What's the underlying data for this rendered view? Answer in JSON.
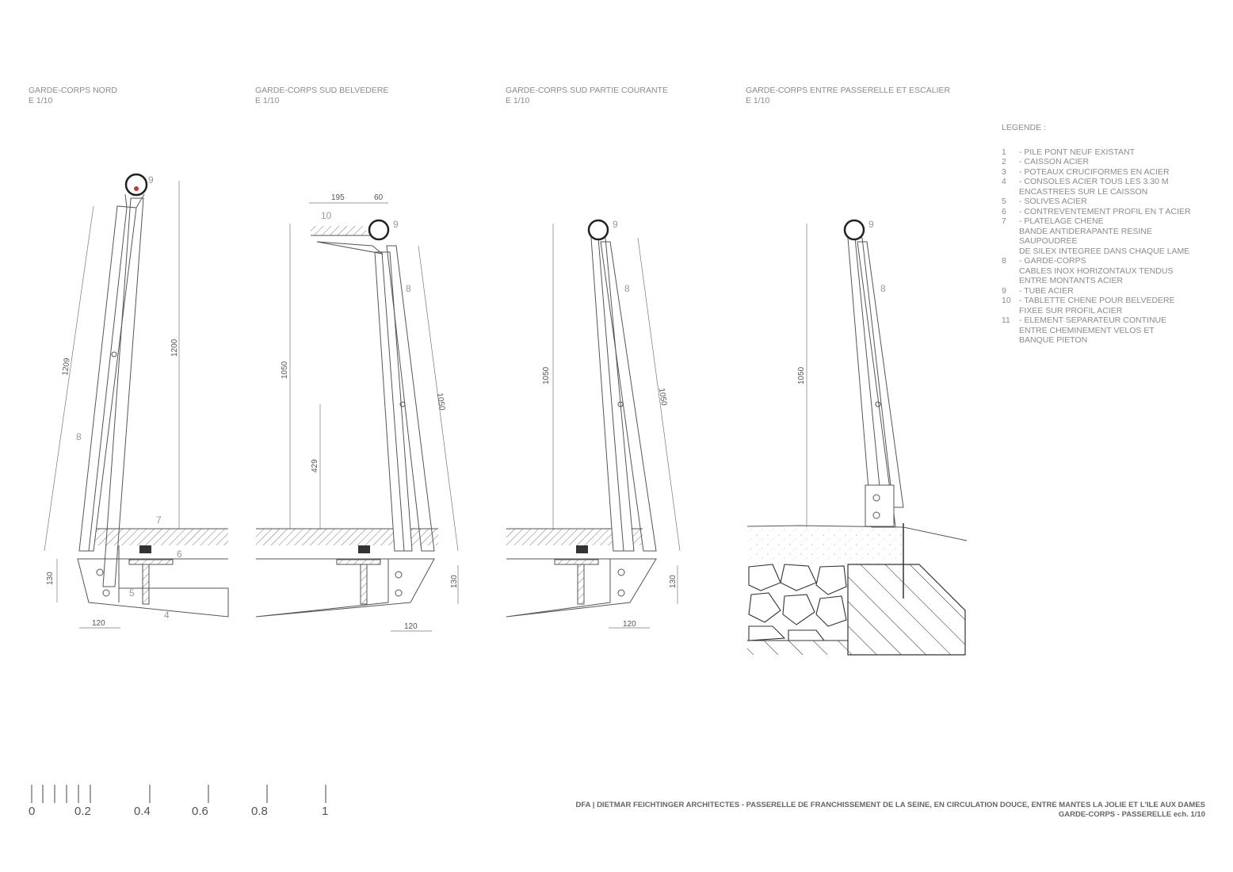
{
  "sections": [
    {
      "title": "GARDE-CORPS NORD",
      "scale": "E 1/10"
    },
    {
      "title": "GARDE-CORPS SUD BELVEDERE",
      "scale": "E 1/10"
    },
    {
      "title": "GARDE-CORPS SUD PARTIE COURANTE",
      "scale": "E 1/10"
    },
    {
      "title": "GARDE-CORPS ENTRE PASSERELLE ET ESCALIER",
      "scale": "E 1/10"
    }
  ],
  "dimensions": {
    "nord": {
      "slope": "1209",
      "height": "1200",
      "base": "130",
      "width": "120"
    },
    "belvedere": {
      "top_a": "195",
      "top_b": "60",
      "height": "1050",
      "mid": "429",
      "slope": "1050",
      "base": "130",
      "width": "120"
    },
    "courante": {
      "height": "1050",
      "slope": "1050",
      "base": "130",
      "width": "120"
    },
    "escalier": {
      "height": "1050"
    }
  },
  "callouts": {
    "nord": [
      "9",
      "8",
      "7",
      "6",
      "5",
      "4"
    ],
    "belvedere": [
      "10",
      "9",
      "8"
    ],
    "courante": [
      "9",
      "8"
    ],
    "escalier": [
      "9",
      "8"
    ]
  },
  "legend": {
    "title": "LEGENDE :",
    "items": [
      {
        "num": "1",
        "text": "- PILE PONT NEUF EXISTANT",
        "cont": []
      },
      {
        "num": "2",
        "text": "- CAISSON ACIER",
        "cont": []
      },
      {
        "num": "3",
        "text": "- POTEAUX CRUCIFORMES EN ACIER",
        "cont": []
      },
      {
        "num": "4",
        "text": "- CONSOLES ACIER TOUS LES 3.30 M",
        "cont": [
          "ENCASTREES SUR LE CAISSON"
        ]
      },
      {
        "num": "5",
        "text": "- SOLIVES ACIER",
        "cont": []
      },
      {
        "num": "6",
        "text": "- CONTREVENTEMENT PROFIL EN T ACIER",
        "cont": []
      },
      {
        "num": "7",
        "text": "- PLATELAGE CHENE",
        "cont": [
          "BANDE ANTIDERAPANTE RESINE",
          "SAUPOUDREE",
          "DE SILEX INTEGREE DANS CHAQUE LAME"
        ]
      },
      {
        "num": "8",
        "text": "- GARDE-CORPS",
        "cont": [
          "CABLES INOX HORIZONTAUX TENDUS",
          "ENTRE MONTANTS ACIER"
        ]
      },
      {
        "num": "9",
        "text": "- TUBE ACIER",
        "cont": []
      },
      {
        "num": "10",
        "text": "- TABLETTE CHENE POUR BELVEDERE",
        "cont": [
          "FIXEE SUR PROFIL ACIER"
        ]
      },
      {
        "num": "11",
        "text": "- ELEMENT SEPARATEUR CONTINUE",
        "cont": [
          "ENTRE CHEMINEMENT VELOS ET",
          "BANQUE PIETON"
        ]
      }
    ]
  },
  "scale_bar": {
    "labels": [
      "0",
      "0.2",
      "0.4",
      "0.6",
      "0.8",
      "1"
    ]
  },
  "footer": {
    "line1": "DFA | DIETMAR FEICHTINGER ARCHITECTES - PASSERELLE DE FRANCHISSEMENT DE LA SEINE, EN CIRCULATION DOUCE, ENTRE MANTES LA JOLIE ET L'ILE AUX DAMES",
    "line2": "GARDE-CORPS - PASSERELLE ech. 1/10"
  }
}
